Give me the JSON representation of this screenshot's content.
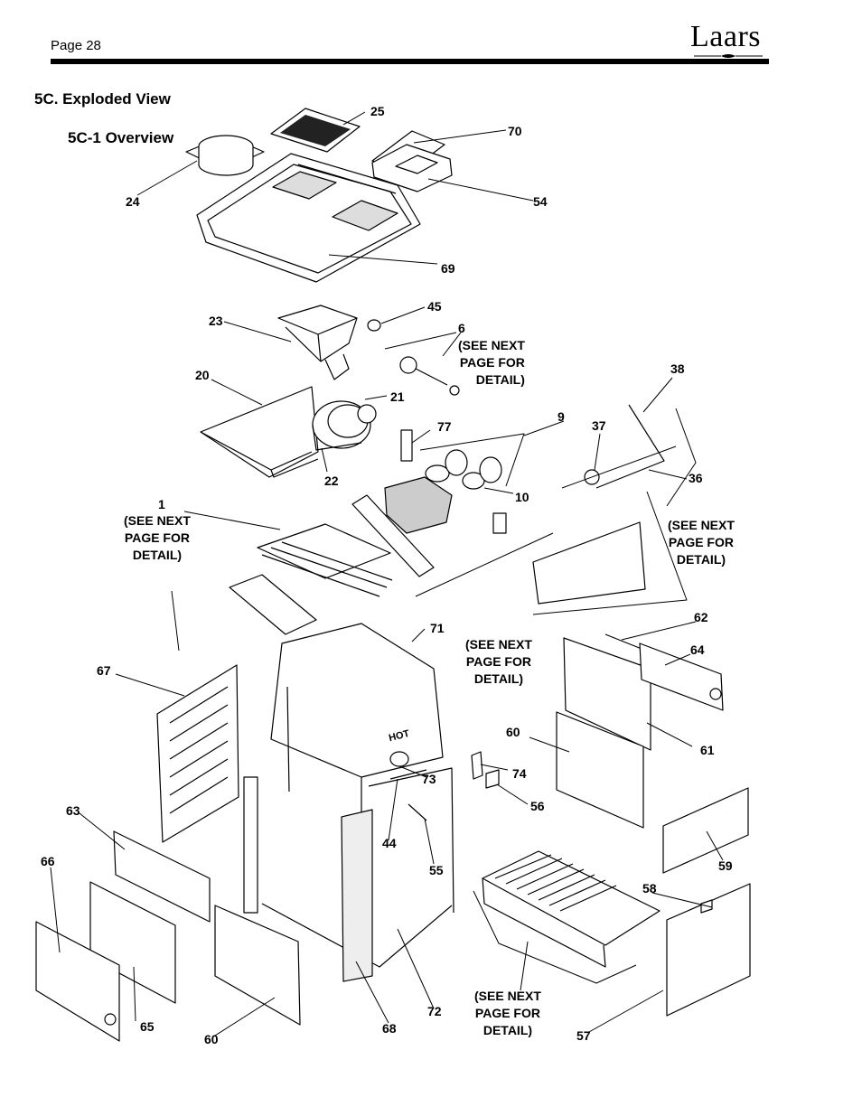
{
  "header": {
    "page_number": "Page 28",
    "brand": "Laars"
  },
  "section_title": "5C. Exploded View",
  "subsection_title": "5C-1 Overview",
  "callouts": {
    "c1": "1",
    "c6": "6",
    "c9": "9",
    "c10": "10",
    "c20": "20",
    "c21": "21",
    "c22": "22",
    "c23": "23",
    "c24": "24",
    "c25": "25",
    "c36": "36",
    "c37": "37",
    "c38": "38",
    "c44": "44",
    "c45": "45",
    "c54": "54",
    "c55": "55",
    "c56": "56",
    "c57": "57",
    "c58": "58",
    "c59": "59",
    "c60a": "60",
    "c60b": "60",
    "c61": "61",
    "c62": "62",
    "c63": "63",
    "c64": "64",
    "c65": "65",
    "c66": "66",
    "c67": "67",
    "c68": "68",
    "c69": "69",
    "c70": "70",
    "c71": "71",
    "c72": "72",
    "c73": "73",
    "c74": "74",
    "c77": "77"
  },
  "notes": {
    "note_6": [
      "(SEE NEXT",
      "PAGE FOR",
      "DETAIL)"
    ],
    "note_1": [
      "(SEE NEXT",
      "PAGE FOR",
      "DETAIL)"
    ],
    "note_right": [
      "(SEE NEXT",
      "PAGE FOR",
      "DETAIL)"
    ],
    "note_center": [
      "(SEE NEXT",
      "PAGE FOR",
      "DETAIL)"
    ],
    "note_bottom": [
      "(SEE NEXT",
      "PAGE FOR",
      "DETAIL)"
    ]
  },
  "panel_markings": {
    "hot_label": "HOT"
  }
}
